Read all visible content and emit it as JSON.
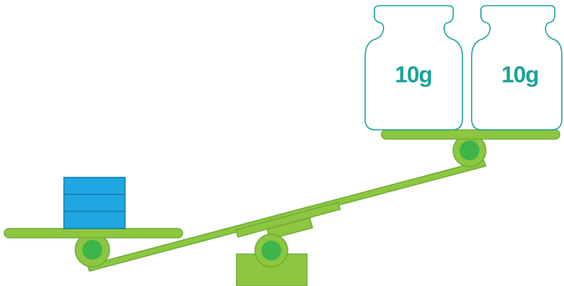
{
  "diagram": {
    "weights": [
      {
        "label": "10g"
      },
      {
        "label": "10g"
      }
    ],
    "left_block_layers": 3
  },
  "colors": {
    "beam_fill": "#8dc63f",
    "beam_stroke": "#6cad3a",
    "pivot_ring": "#8dc63f",
    "pivot_core": "#3db54a",
    "block_fill": "#1ea7e1",
    "block_stroke": "#1478b4",
    "weight_outline": "#1aa39a",
    "weight_text": "#1aa39a"
  }
}
